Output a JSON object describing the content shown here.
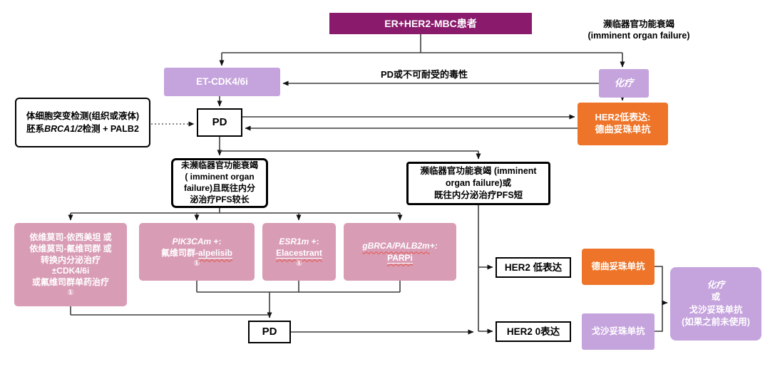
{
  "palette": {
    "magenta": "#8A1A6C",
    "purple": "#C5A3DD",
    "orange": "#ED7428",
    "pink": "#D99CB5",
    "wire": "#3d3d3d",
    "spellcheck_red": "#e4533f"
  },
  "nodes": {
    "er": {
      "label": "ER+HER2-MBC患者"
    },
    "imminent_note": {
      "l1": "濒临器官功能衰竭",
      "l2": "(imminent organ failure)"
    },
    "et": {
      "label": "ET-CDK4/6i"
    },
    "chemo": {
      "label": "化疗"
    },
    "pd_toxicity": {
      "label": "PD或不可耐受的毒性"
    },
    "her2low_tdxd": {
      "l1": "HER2低表达:",
      "l2": "德曲妥珠单抗"
    },
    "testing": {
      "l1": "体细胞突变检测(组织或液体)",
      "l2a": "胚系",
      "l2b": "BRCA1/2",
      "l2c": "检测 + PALB2"
    },
    "pd_top": {
      "label": "PD"
    },
    "cond_left": {
      "l1": "未濒临器官功能衰竭",
      "l2": "( imminent organ",
      "l3": "failure)且既往内分",
      "l4": "泌治疗PFS较长"
    },
    "cond_right": {
      "l1": "濒临器官功能衰竭 (imminent",
      "l2": "organ failure)或",
      "l3": "既往内分泌治疗PFS短"
    },
    "pink1": {
      "l1": "依维莫司-依西美坦 或",
      "l2": "依维莫司-氟维司群 或",
      "l3": "转换内分泌治疗",
      "l4": "±CDK4/6i",
      "l5": "或氟维司群单药治疗",
      "l6": "①"
    },
    "pink2": {
      "l1a": "PIK3CAm",
      "l1b": " +:",
      "l2a": "氟维司群-",
      "l2b": "alpelisib",
      "l3": "①"
    },
    "pink3": {
      "l1a": "ESR1m",
      "l1b": " +:",
      "l2": "Elacestrant",
      "l3": "①"
    },
    "pink4": {
      "l1a": "gBRCA/PALB2m",
      "l1b": "+:",
      "l2": "PARPi"
    },
    "pd_bottom": {
      "label": "PD"
    },
    "her2_low": {
      "label": "HER2 低表达"
    },
    "tdxd": {
      "label": "德曲妥珠单抗"
    },
    "her2_zero": {
      "label": "HER2 0表达"
    },
    "sg": {
      "label": "戈沙妥珠单抗"
    },
    "final": {
      "l1": "化疗",
      "l2": "或",
      "l3": "戈沙妥珠单抗",
      "l4": "(如果之前未使用)"
    }
  }
}
